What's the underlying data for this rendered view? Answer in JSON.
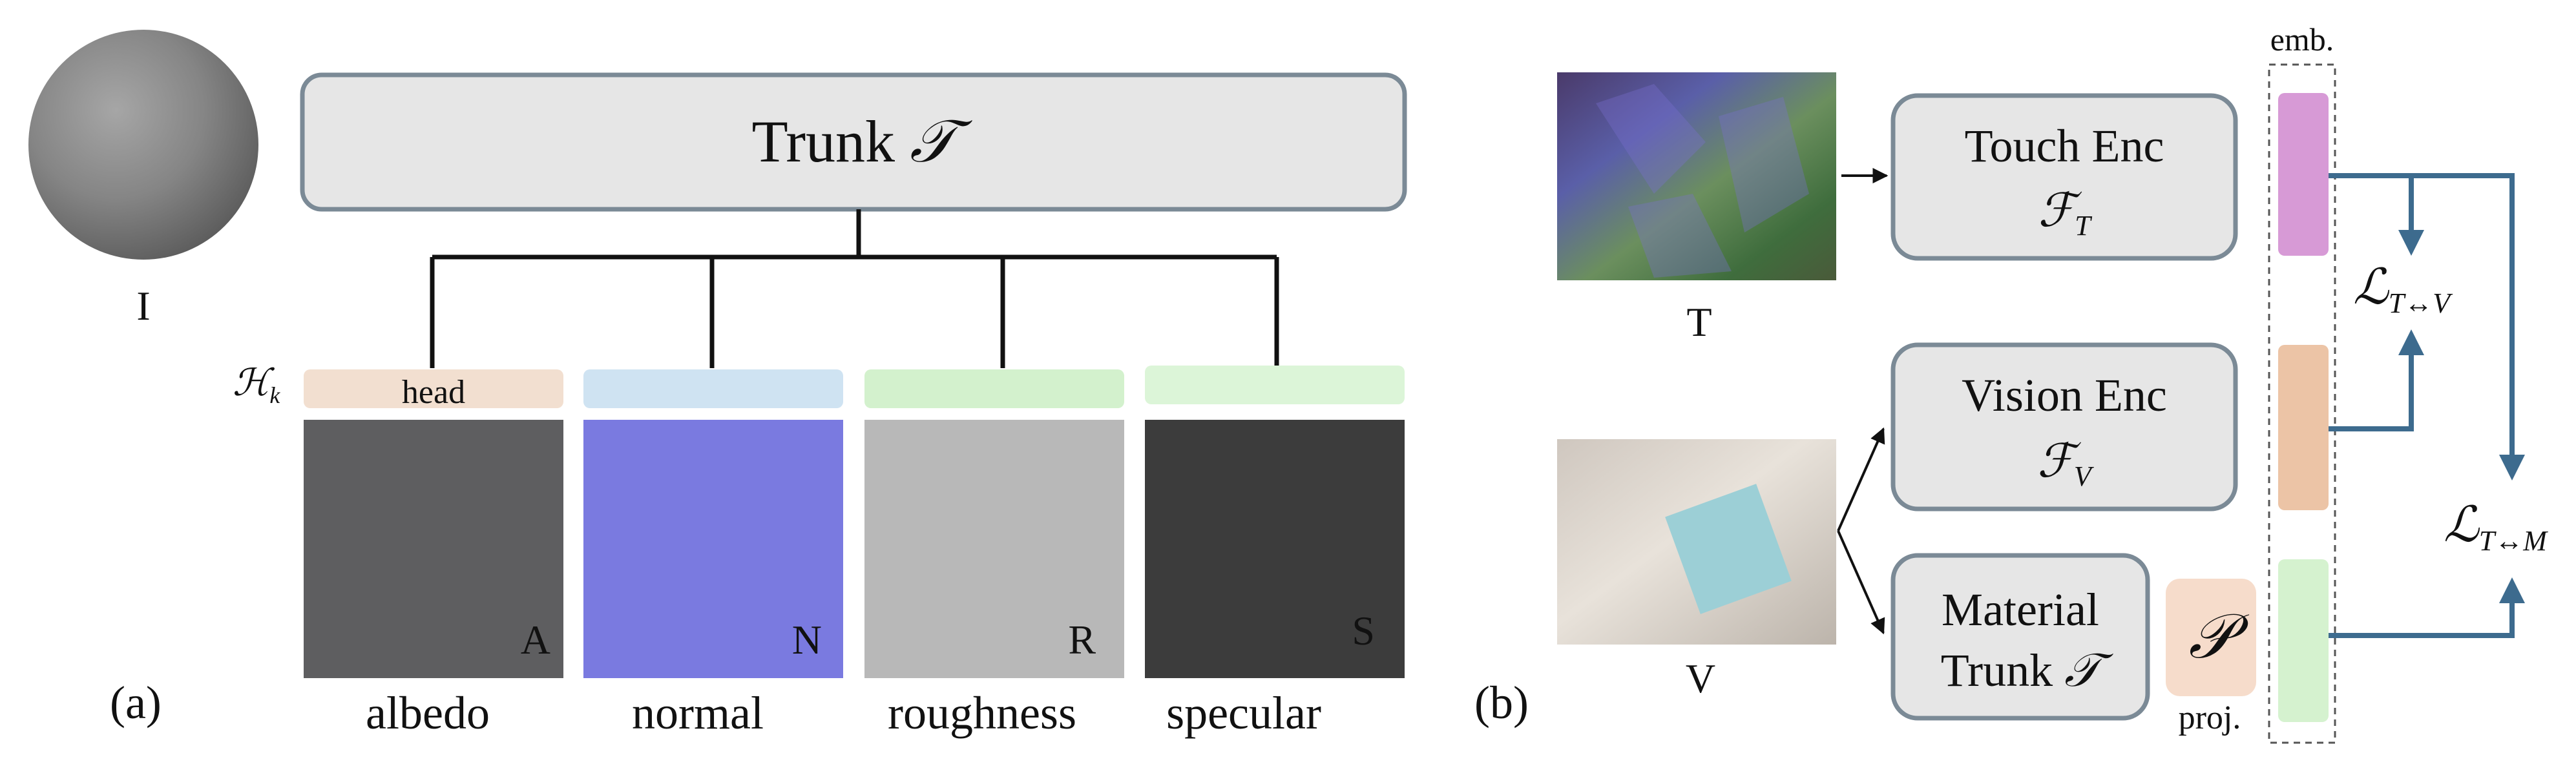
{
  "panel_a": {
    "label": "(a)",
    "sphere_label": "I",
    "trunk_label": "Trunk",
    "trunk_symbol": "𝒯",
    "head_symbol": "ℋ",
    "head_subscript": "k",
    "head_label": "head",
    "heads": [
      {
        "head_color": "#f2dfd0",
        "tile_color": "#5e5e60",
        "letter": "A",
        "name": "albedo"
      },
      {
        "head_color": "#cfe3f2",
        "tile_color": "#7a7ae0",
        "letter": "N",
        "name": "normal"
      },
      {
        "head_color": "#d3f1cd",
        "tile_color": "#b8b8b8",
        "letter": "R",
        "name": "roughness"
      },
      {
        "head_color": "#dcf5d8",
        "tile_color": "#3c3c3c",
        "letter": "S",
        "name": "specular"
      }
    ]
  },
  "panel_b": {
    "label": "(b)",
    "touch_image_label": "T",
    "vision_image_label": "V",
    "touch_enc_title": "Touch Enc",
    "touch_enc_symbol": "ℱ",
    "touch_enc_sub": "T",
    "vision_enc_title": "Vision Enc",
    "vision_enc_symbol": "ℱ",
    "vision_enc_sub": "V",
    "material_title": "Material",
    "material_trunk_word": "Trunk",
    "material_trunk_symbol": "𝒯",
    "proj_symbol": "𝒫",
    "proj_label": "proj.",
    "emb_label": "emb.",
    "loss_symbol": "ℒ",
    "loss_tv_sub": "T↔V",
    "loss_tm_sub": "T↔M",
    "emb_colors": [
      "#d79ad6",
      "#ecc4a6",
      "#d5f2cf"
    ],
    "proj_color": "#f6dccb",
    "arrow_color": "#3d6b8e"
  }
}
